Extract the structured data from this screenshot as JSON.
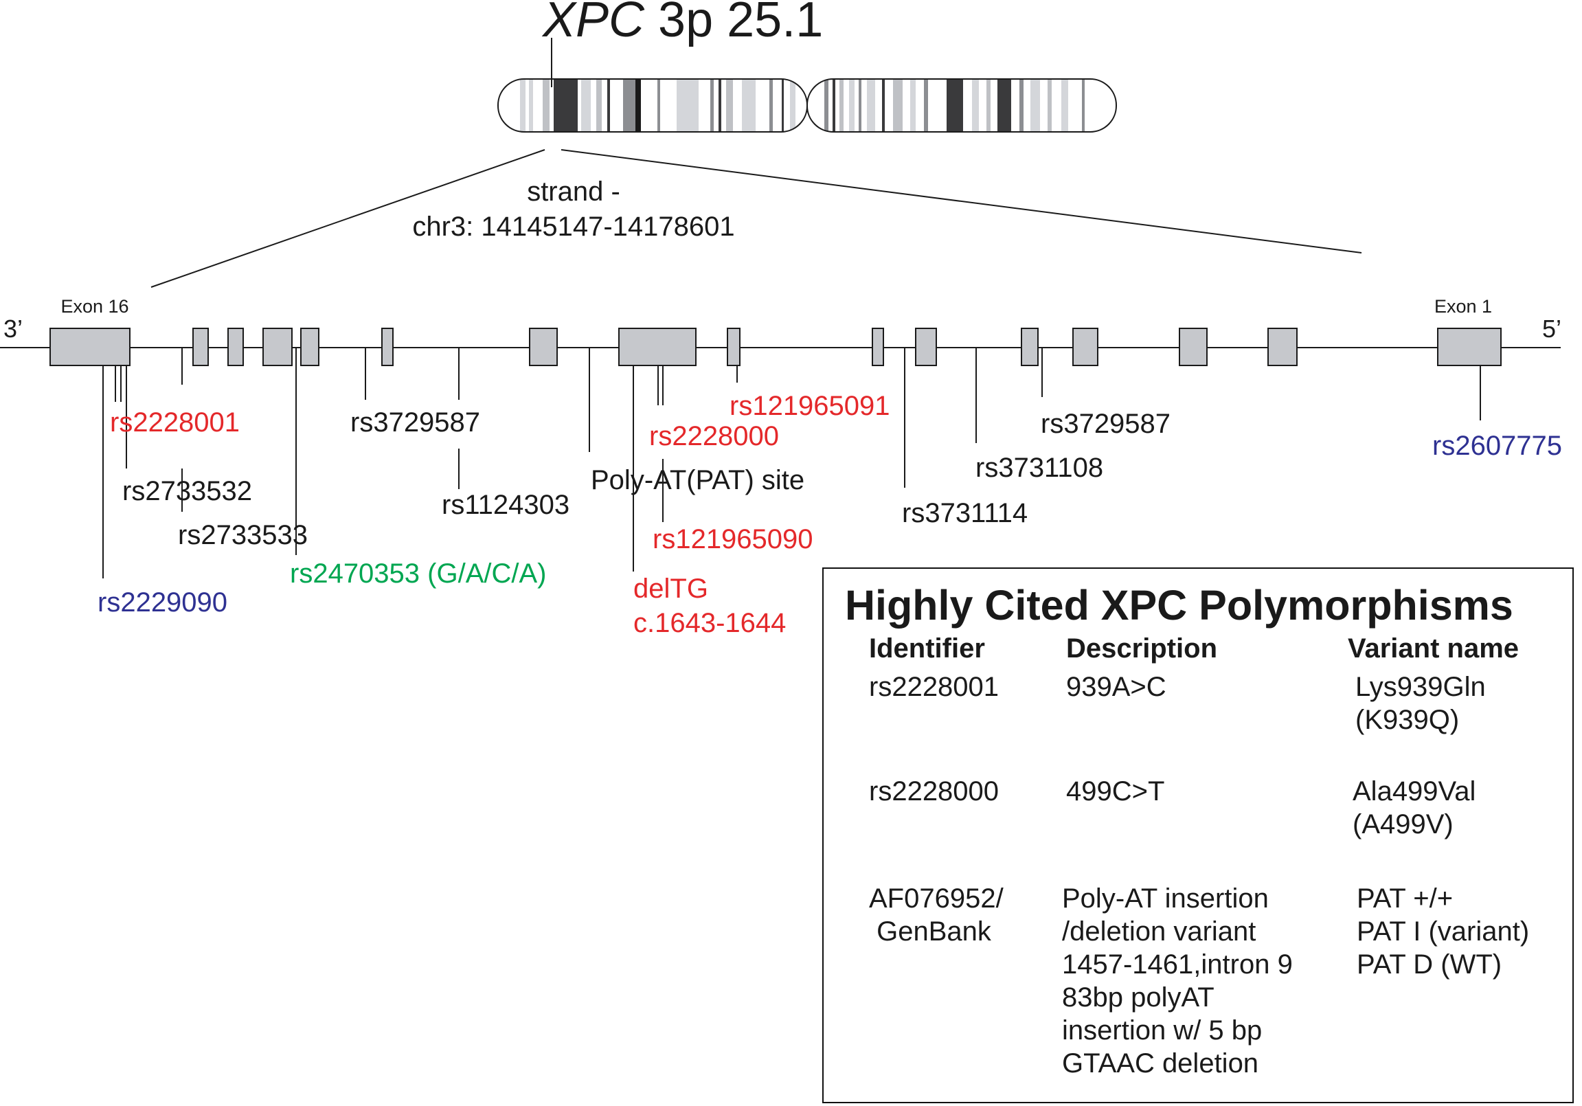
{
  "title": {
    "gene": "XPC",
    "locus": " 3p 25.1"
  },
  "strand": {
    "line1": "strand -",
    "line2": "chr3: 14145147-14178601"
  },
  "ends": {
    "left": "3’",
    "right": "5’"
  },
  "exon_labels": {
    "exon16": "Exon 16",
    "exon1": "Exon 1"
  },
  "colors": {
    "red": "#e4282a",
    "blue": "#2e3192",
    "green": "#00a651",
    "black": "#1a1a1a",
    "exon_fill": "#c6c8cc",
    "band_dark": "#3a3a3c",
    "band_mid": "#8c8e92",
    "band_light": "#d4d6da"
  },
  "snps": {
    "rs2228001": "rs2228001",
    "rs2733532": "rs2733532",
    "rs2733533": "rs2733533",
    "rs2229090": "rs2229090",
    "rs2470353": "rs2470353 (G/A/C/A)",
    "rs3729587_a": "rs3729587",
    "rs1124303": "rs1124303",
    "poly_at": "Poly-AT(PAT) site",
    "rs2228000": "rs2228000",
    "rs121965091": "rs121965091",
    "rs121965090": "rs121965090",
    "deltg_1": "delTG",
    "deltg_2": "c.1643-1644",
    "rs3731114": "rs3731114",
    "rs3731108": "rs3731108",
    "rs3729587_b": "rs3729587",
    "rs2607775": "rs2607775"
  },
  "table": {
    "title": "Highly Cited XPC Polymorphisms",
    "headers": [
      "Identifier",
      "Description",
      "Variant name"
    ],
    "rows": [
      {
        "identifier": "rs2228001",
        "description": "939A>C",
        "variant": "Lys939Gln\n(K939Q)"
      },
      {
        "identifier": "rs2228000",
        "description": "499C>T",
        "variant": "Ala499Val\n(A499V)"
      },
      {
        "identifier": "AF076952/\n GenBank",
        "description": "Poly-AT insertion\n/deletion variant\n1457-1461,intron 9\n83bp polyAT\ninsertion w/ 5 bp\nGTAAC deletion",
        "variant": "PAT +/+\nPAT I (variant)\nPAT D (WT)"
      }
    ]
  }
}
